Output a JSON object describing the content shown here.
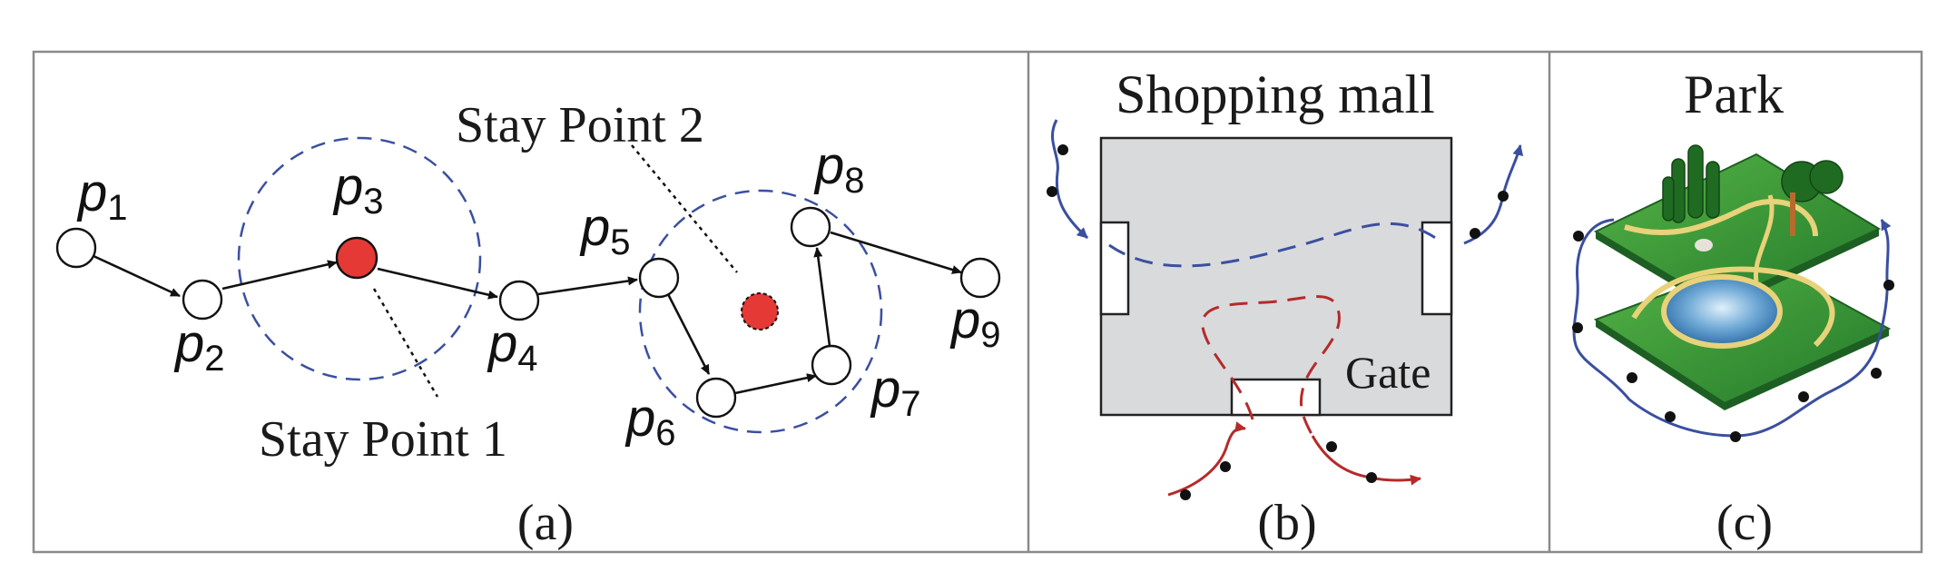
{
  "panel_a": {
    "caption": "(a)",
    "point_labels": [
      {
        "letter": "p",
        "sub": "1"
      },
      {
        "letter": "p",
        "sub": "2"
      },
      {
        "letter": "p",
        "sub": "3"
      },
      {
        "letter": "p",
        "sub": "4"
      },
      {
        "letter": "p",
        "sub": "5"
      },
      {
        "letter": "p",
        "sub": "6"
      },
      {
        "letter": "p",
        "sub": "7"
      },
      {
        "letter": "p",
        "sub": "8"
      },
      {
        "letter": "p",
        "sub": "9"
      }
    ],
    "stay_point_1": "Stay Point 1",
    "stay_point_2": "Stay Point 2"
  },
  "panel_b": {
    "caption": "(b)",
    "title": "Shopping mall",
    "gate_label": "Gate"
  },
  "panel_c": {
    "caption": "(c)",
    "title": "Park"
  },
  "colors": {
    "frame": "#8a8a8a",
    "blue_path": "#3b4fa0",
    "red_path": "#b52a2a",
    "stay_fill": "#e53935",
    "mall_fill": "#d9dadc",
    "grass": "#3a9a3a",
    "water": "#5f9fcf",
    "trail": "#e8d27a"
  }
}
